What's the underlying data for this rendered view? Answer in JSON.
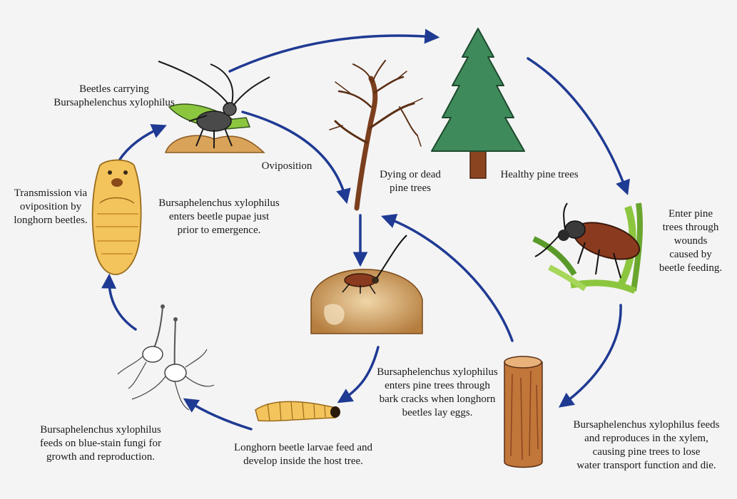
{
  "labels": {
    "beetles_carrying": "Beetles carrying\nBursaphelenchus xylophilus",
    "oviposition": "Oviposition",
    "dying_trees": "Dying or dead\npine trees",
    "healthy_trees": "Healthy pine trees",
    "enter_wounds": "Enter pine\ntrees through\nwounds\ncaused by\nbeetle feeding.",
    "transmission": "Transmission via\noviposition by\nlonghorn beetles.",
    "enters_pupae": "Bursaphelenchus xylophilus\nenters beetle pupae just\nprior to emergence.",
    "bark_cracks": "Bursaphelenchus xylophilus\nenters pine trees through\nbark cracks when longhorn\nbeetles lay eggs.",
    "xylem": "Bursaphelenchus xylophilus feeds\nand reproduces in the xylem,\ncausing pine trees to lose\nwater transport function and die.",
    "fungi": "Bursaphelenchus xylophilus\nfeeds on blue-stain fungi for\ngrowth and reproduction.",
    "larvae": "Longhorn beetle larvae feed and\ndevelop inside the host tree."
  },
  "colors": {
    "arrow": "#1f3a93",
    "pine_green": "#3f8a5a",
    "trunk_brown": "#7b3f1e",
    "beetle_brown": "#8a3a1e",
    "larva_yellow": "#f3c45c",
    "grass_green": "#8cc63f"
  }
}
